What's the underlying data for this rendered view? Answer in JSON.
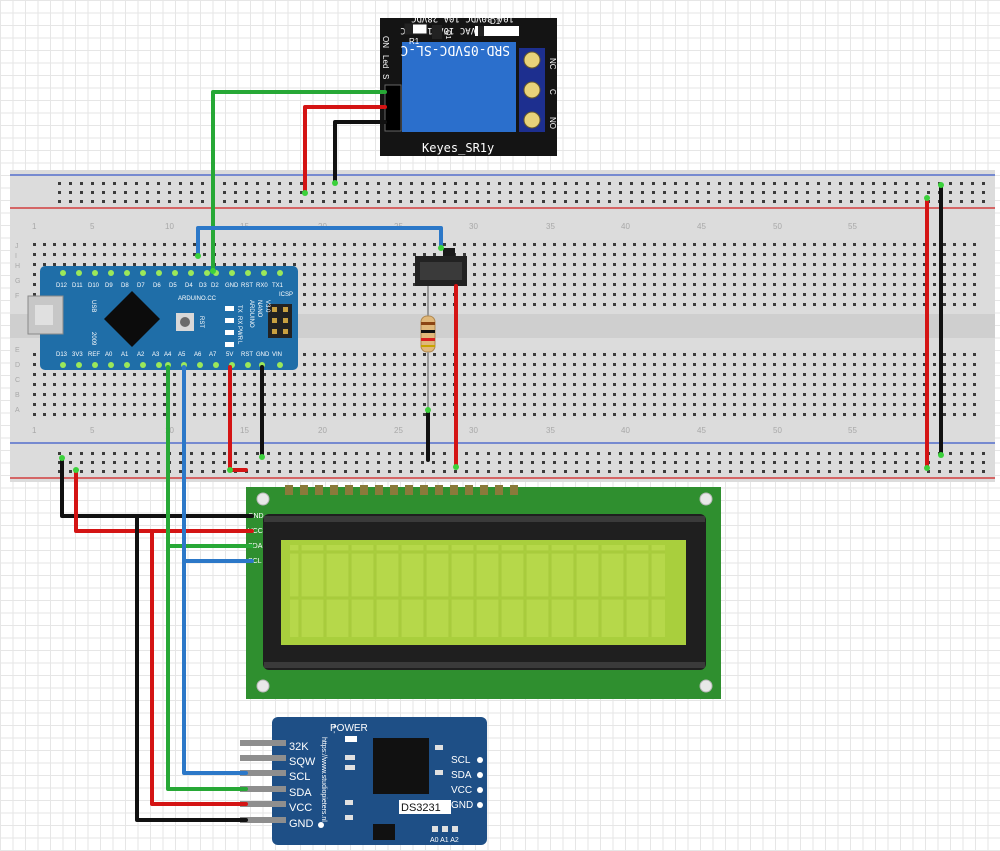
{
  "relay": {
    "model": "Keyes_SR1y",
    "spec": [
      "SRD-05VDC-SL-C",
      "10A 250VAC  10A 125VAC",
      "10A 30VDC  10A 28VDC"
    ],
    "led_labels": [
      "ON",
      "Led",
      "S"
    ],
    "r_label": "R1",
    "d_label": "D1",
    "q_label": "Q1",
    "terminals": [
      "NC",
      "C",
      "NO"
    ],
    "pins": [
      "S",
      "+",
      "-"
    ]
  },
  "breadboard": {
    "top_row_letters": [
      "J",
      "I",
      "H",
      "G",
      "F"
    ],
    "bottom_row_letters": [
      "E",
      "D",
      "C",
      "B",
      "A"
    ],
    "column_numbers": [
      "1",
      "5",
      "10",
      "15",
      "20",
      "25",
      "30",
      "35",
      "40",
      "45",
      "50",
      "55"
    ]
  },
  "arduino": {
    "top_pins": [
      "D12",
      "D11",
      "D10",
      "D9",
      "D8",
      "D7",
      "D6",
      "D5",
      "D4",
      "D3",
      "D2",
      "GND",
      "RST",
      "RX0",
      "TX1"
    ],
    "bottom_pins": [
      "D13",
      "3V3",
      "REF",
      "A0",
      "A1",
      "A2",
      "A3",
      "A4",
      "A5",
      "A6",
      "A7",
      "5V",
      "RST",
      "GND",
      "VIN"
    ],
    "brand": "ARDUINO.CC",
    "name": [
      "ARDUINO",
      "NANO",
      "V3.0"
    ],
    "leds": [
      "TX",
      "RX",
      "PWR",
      "L"
    ],
    "rst": "RST",
    "icsp": "ICSP",
    "usb": "USB",
    "year": "2009"
  },
  "lcd": {
    "pins": [
      "GND",
      "VCC",
      "SDA",
      "SCL"
    ]
  },
  "rtc": {
    "left_pins": [
      "32K",
      "SQW",
      "SCL",
      "SDA",
      "VCC",
      "GND"
    ],
    "right_pins": [
      "SCL",
      "SDA",
      "VCC",
      "GND"
    ],
    "power_label": "POWER",
    "website": "https://www.studiopieters.nl",
    "chip": "DS3231",
    "addr": "A0 A1 A2",
    "plus_minus": "+ -"
  }
}
